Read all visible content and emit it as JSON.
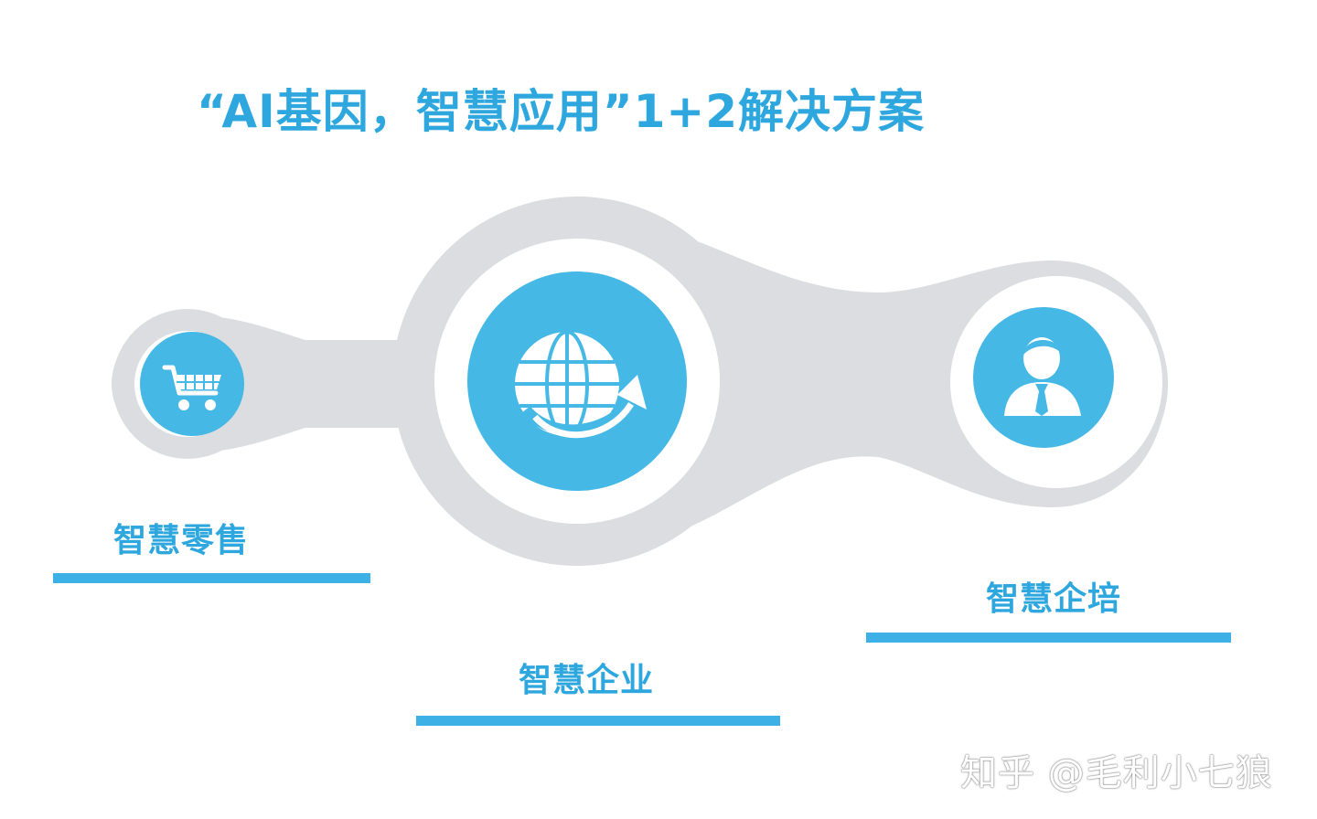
{
  "title": "“AI基因，智慧应用”1+2解决方案",
  "colors": {
    "accent": "#2ea7df",
    "node_fill": "#45b8e6",
    "connector": "#dcdde0",
    "bar": "#3db0e6"
  },
  "nodes": [
    {
      "label": "智慧零售",
      "icon": "shopping-cart-icon"
    },
    {
      "label": "智慧企业",
      "icon": "globe-arrow-icon"
    },
    {
      "label": "智慧企培",
      "icon": "person-business-icon"
    }
  ],
  "watermark": "知乎 @毛利小七狼"
}
